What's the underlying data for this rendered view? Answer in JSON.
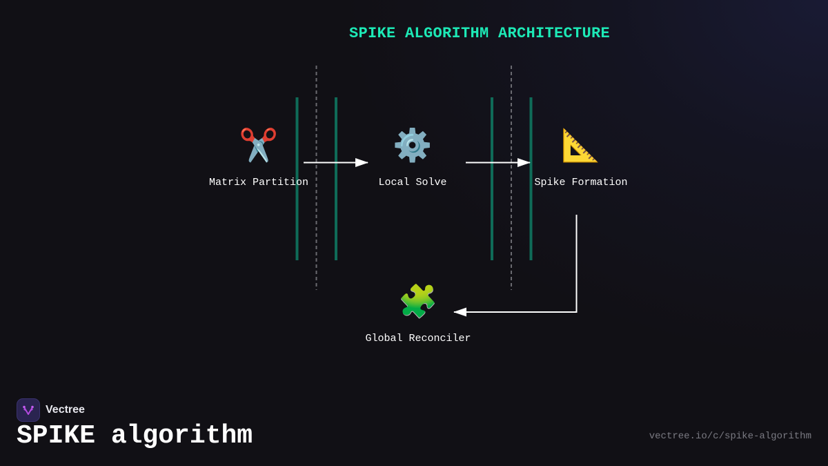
{
  "diagram": {
    "title": "SPIKE ALGORITHM ARCHITECTURE",
    "title_color": "#1de9b6",
    "accent_bar_color": "#0f6b58",
    "divider_color": "#6a6a70",
    "arrow_color": "#ffffff",
    "nodes": [
      {
        "id": "matrix-partition",
        "label": "Matrix Partition",
        "icon": "scissors-icon",
        "glyph": "✂️"
      },
      {
        "id": "local-solve",
        "label": "Local Solve",
        "icon": "gear-icon",
        "glyph": "⚙️"
      },
      {
        "id": "spike-formation",
        "label": "Spike Formation",
        "icon": "triangular-ruler-icon",
        "glyph": "📐"
      },
      {
        "id": "global-reconciler",
        "label": "Global Reconciler",
        "icon": "puzzle-piece-icon",
        "glyph": "🧩"
      }
    ],
    "edges": [
      {
        "from": "matrix-partition",
        "to": "local-solve"
      },
      {
        "from": "local-solve",
        "to": "spike-formation"
      },
      {
        "from": "spike-formation",
        "to": "global-reconciler"
      }
    ]
  },
  "footer": {
    "brand_name": "Vectree",
    "brand_logo": "vectree-logo-icon",
    "page_title": "SPIKE algorithm",
    "url": "vectree.io/c/spike-algorithm"
  }
}
